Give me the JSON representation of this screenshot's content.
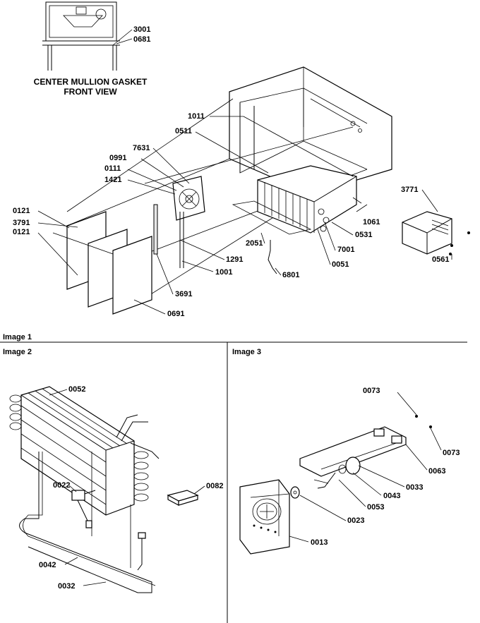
{
  "caption": {
    "line1": "CENTER MULLION GASKET",
    "line2": "FRONT VIEW"
  },
  "sections": {
    "image1": "Image 1",
    "image2": "Image 2",
    "image3": "Image 3"
  },
  "image1_parts": {
    "p3001": "3001",
    "p0681": "0681",
    "p1011": "1011",
    "p0511": "0511",
    "p7631": "7631",
    "p0991": "0991",
    "p0111": "0111",
    "p1421": "1421",
    "p0121a": "0121",
    "p3791": "3791",
    "p0121b": "0121",
    "p3771": "3771",
    "p1061": "1061",
    "p0531": "0531",
    "p2051": "2051",
    "p7001": "7001",
    "p1291": "1291",
    "p1001": "1001",
    "p0051": "0051",
    "p0561": "0561",
    "p6801": "6801",
    "p3691": "3691",
    "p0691": "0691"
  },
  "image2_parts": {
    "p0052": "0052",
    "p0022": "0022",
    "p0082": "0082",
    "p0042": "0042",
    "p0032": "0032"
  },
  "image3_parts": {
    "p0073a": "0073",
    "p0073b": "0073",
    "p0063": "0063",
    "p0033": "0033",
    "p0043": "0043",
    "p0053": "0053",
    "p0023": "0023",
    "p0013": "0013"
  }
}
